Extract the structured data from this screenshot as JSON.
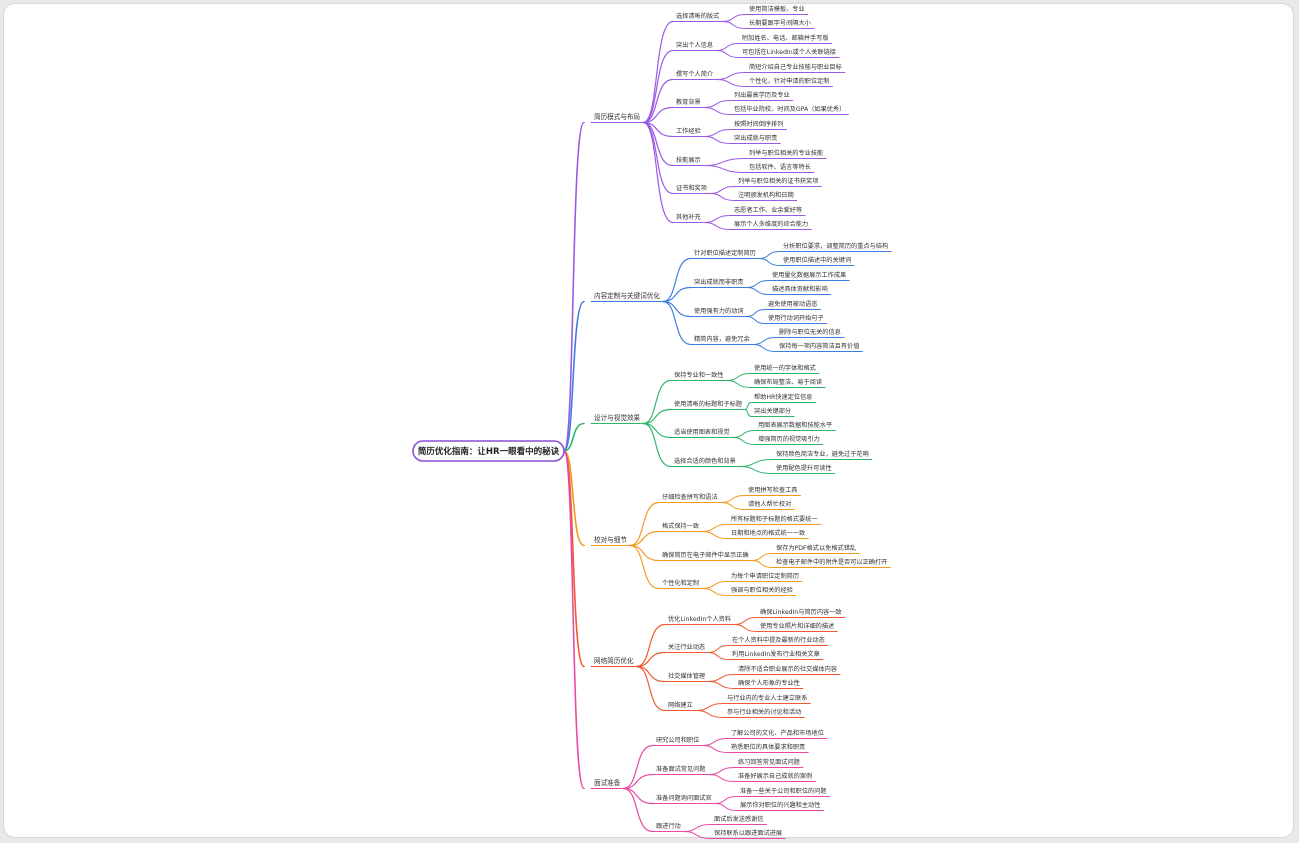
{
  "root": "简历优化指南：让HR一眼看中的秘诀",
  "colors": {
    "root_border": "#8a4fd8",
    "branches": [
      "#9b59e6",
      "#3d7fe0",
      "#2fb56a",
      "#f19a1e",
      "#ef5a2e",
      "#e84aa2"
    ]
  },
  "branches": [
    {
      "label": "简历模式与布局",
      "children": [
        {
          "label": "选择清晰的版式",
          "leaves": [
            "使用简洁模板、专业",
            "长期要跟字号间隔大小"
          ]
        },
        {
          "label": "突出个人信息",
          "leaves": [
            "附加姓名、电话、邮箱并手写版",
            "可包括在LinkedIn或个人关联链接"
          ]
        },
        {
          "label": "撰写个人简介",
          "leaves": [
            "简短介绍自己专业技能与职业目标",
            "个性化，针对申请的职位定制"
          ]
        },
        {
          "label": "教育背景",
          "leaves": [
            "列出最高学历及专业",
            "包括毕业院校、时间及GPA（如果优秀）"
          ]
        },
        {
          "label": "工作经验",
          "leaves": [
            "按照时间倒序排列",
            "突出成就与职责"
          ]
        },
        {
          "label": "技能展示",
          "leaves": [
            "列举与职位相关的专业技能",
            "包括软件、语言等特长"
          ]
        },
        {
          "label": "证书和奖项",
          "leaves": [
            "列举与职位相关的证书获奖项",
            "注明颁发机构和日期"
          ]
        },
        {
          "label": "其他补充",
          "leaves": [
            "志愿者工作、业余爱好等",
            "展示个人多维度的综合能力"
          ]
        }
      ]
    },
    {
      "label": "内容定制与关键词优化",
      "children": [
        {
          "label": "针对职位描述定制简历",
          "leaves": [
            "分析职位要求，调整简历的重点与结构",
            "使用职位描述中的关键词"
          ]
        },
        {
          "label": "突出成就而非职责",
          "leaves": [
            "使用量化数据展示工作成果",
            "描述具体贡献和影响"
          ]
        },
        {
          "label": "使用强有力的动词",
          "leaves": [
            "避免使用被动语态",
            "使用行动词开始句子"
          ]
        },
        {
          "label": "精简内容，避免冗余",
          "leaves": [
            "删除与职位无关的信息",
            "保持每一项内容简洁且有价值"
          ]
        }
      ]
    },
    {
      "label": "设计与视觉效果",
      "children": [
        {
          "label": "保持专业和一致性",
          "leaves": [
            "使用统一的字体和格式",
            "确保布局整洁、易于阅读"
          ]
        },
        {
          "label": "使用清晰的标题和子标题",
          "leaves": [
            "帮助HR快速定位信息",
            "突出关键部分"
          ]
        },
        {
          "label": "适当使用图表和视觉",
          "leaves": [
            "用图表展示数据和技能水平",
            "增强简历的视觉吸引力"
          ]
        },
        {
          "label": "选择合适的颜色和背景",
          "leaves": [
            "保持颜色简洁专业，避免过于花哨",
            "使用配色提升可读性"
          ]
        }
      ]
    },
    {
      "label": "校对与细节",
      "children": [
        {
          "label": "仔细检查拼写和语法",
          "leaves": [
            "使用拼写检查工具",
            "请他人帮忙校对"
          ]
        },
        {
          "label": "格式保持一致",
          "leaves": [
            "所有标题和子标题的格式要统一",
            "日期和地点的格式统一一致"
          ]
        },
        {
          "label": "确保简历在电子邮件中显示正确",
          "leaves": [
            "保存为PDF格式以免格式错乱",
            "检查电子邮件中的附件是否可以正确打开"
          ]
        },
        {
          "label": "个性化和定制",
          "leaves": [
            "为每个申请职位定制简历",
            "强调与职位相关的经验"
          ]
        }
      ]
    },
    {
      "label": "网络简历优化",
      "children": [
        {
          "label": "优化LinkedIn个人资料",
          "leaves": [
            "确保LinkedIn与简历内容一致",
            "使用专业照片和详细的描述"
          ]
        },
        {
          "label": "关注行业动态",
          "leaves": [
            "在个人资料中提及最新的行业动态",
            "利用LinkedIn发布行业相关文章"
          ]
        },
        {
          "label": "社交媒体管理",
          "leaves": [
            "清除不适合职业展示的社交媒体内容",
            "确保个人形象的专业性"
          ]
        },
        {
          "label": "网络建立",
          "leaves": [
            "与行业内的专业人士建立联系",
            "参与行业相关的讨论和活动"
          ]
        }
      ]
    },
    {
      "label": "面试准备",
      "children": [
        {
          "label": "研究公司和职位",
          "leaves": [
            "了解公司的文化、产品和市场地位",
            "熟悉职位的具体要求和职责"
          ]
        },
        {
          "label": "准备面试常见问题",
          "leaves": [
            "练习回答常见面试问题",
            "准备好展示自己成就的案例"
          ]
        },
        {
          "label": "准备问题询问面试官",
          "leaves": [
            "准备一些关于公司和职位的问题",
            "展示你对职位的兴趣和主动性"
          ]
        },
        {
          "label": "跟进行动",
          "leaves": [
            "面试后发送感谢信",
            "保持联系以跟进面试进展"
          ]
        }
      ]
    }
  ]
}
